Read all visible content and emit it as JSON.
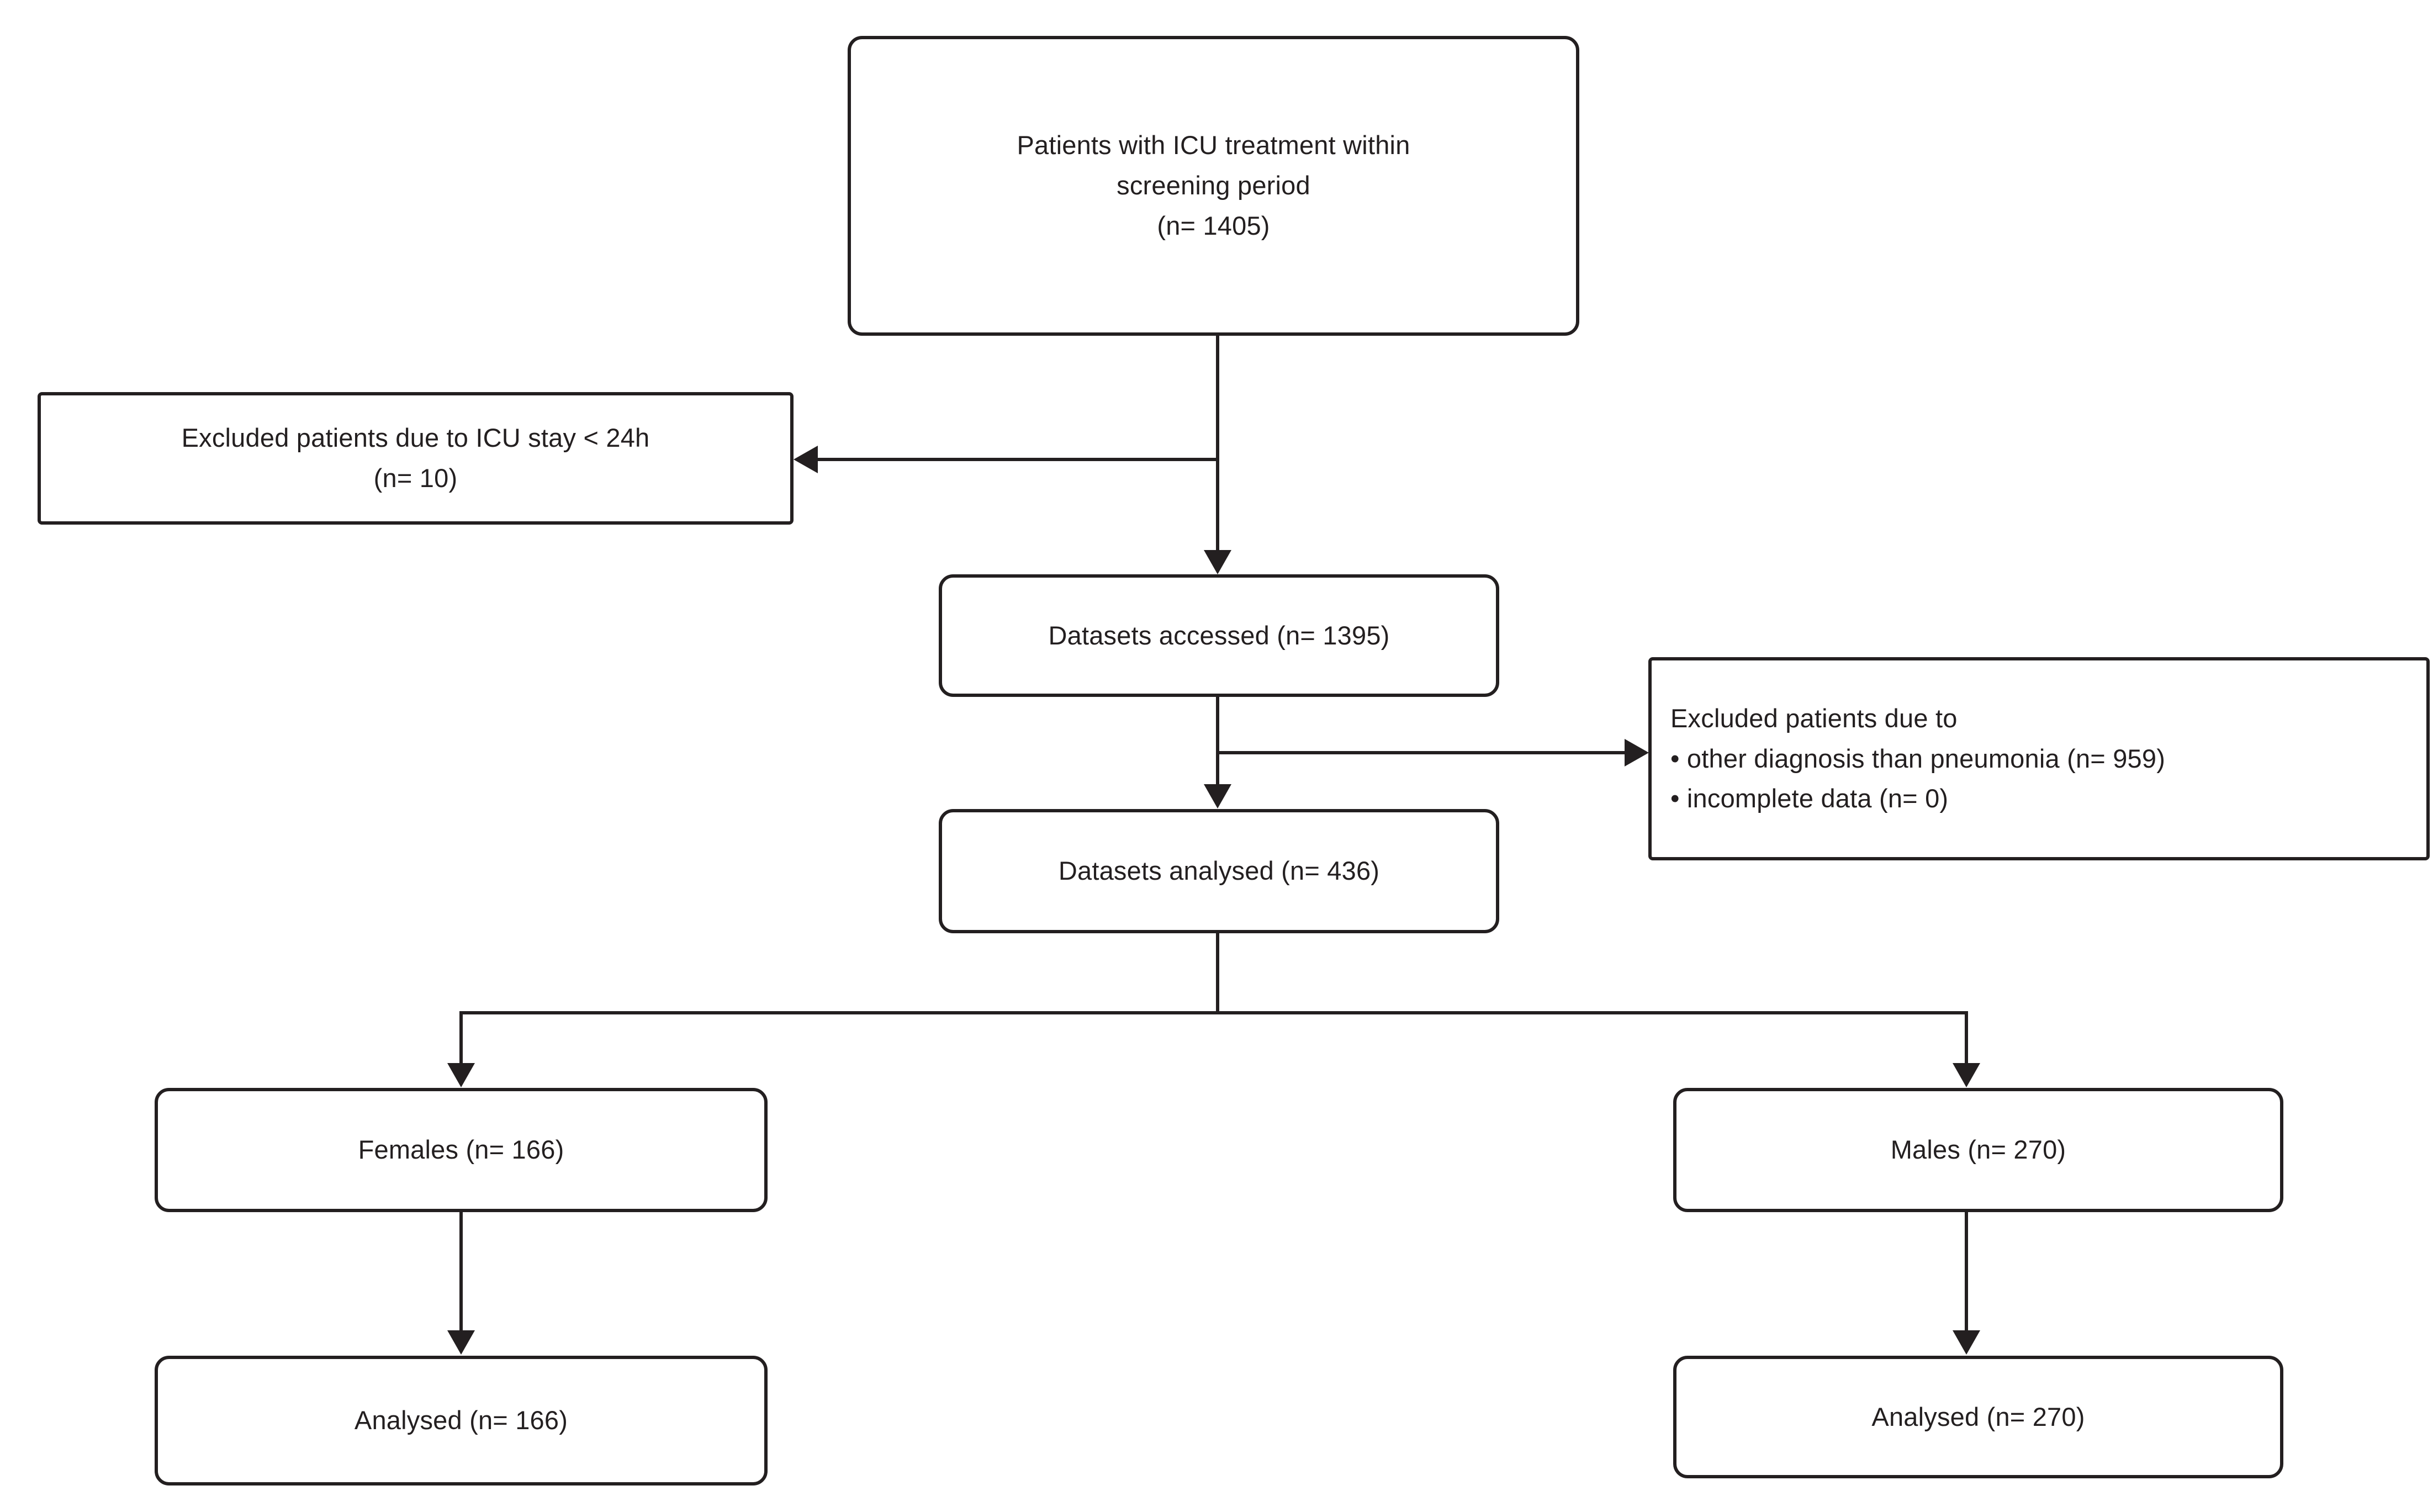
{
  "diagram": {
    "type": "flowchart",
    "title": "Patient screening and inclusion flow diagram",
    "colors": {
      "stroke": "#231f20",
      "fill": "#ffffff",
      "text": "#231f20"
    },
    "nodes": {
      "screened": {
        "lines": [
          "Patients with ICU treatment within",
          "screening period",
          "(n= 1405)"
        ],
        "count": 1405
      },
      "excluded_short_stay": {
        "lines": [
          "Excluded patients due to ICU stay < 24h",
          "(n= 10)"
        ],
        "count": 10
      },
      "datasets_accessed": {
        "lines": [
          "Datasets accessed (n= 1395)"
        ],
        "count": 1395
      },
      "excluded_reasons": {
        "heading": "Excluded patients due to",
        "bullets": [
          "• other diagnosis than pneumonia (n= 959)",
          "• incomplete data (n= 0)"
        ],
        "counts": [
          959,
          0
        ]
      },
      "datasets_analysed": {
        "lines": [
          "Datasets analysed (n= 436)"
        ],
        "count": 436
      },
      "females": {
        "lines": [
          "Females (n= 166)"
        ],
        "count": 166
      },
      "males": {
        "lines": [
          "Males (n= 270)"
        ],
        "count": 270
      },
      "females_analysed": {
        "lines": [
          "Analysed (n= 166)"
        ],
        "count": 166
      },
      "males_analysed": {
        "lines": [
          "Analysed (n= 270)"
        ],
        "count": 270
      }
    },
    "edges": [
      {
        "from": "screened",
        "to": "datasets_accessed",
        "kind": "arrow-down"
      },
      {
        "from": "screened",
        "to": "excluded_short_stay",
        "kind": "arrow-left"
      },
      {
        "from": "datasets_accessed",
        "to": "datasets_analysed",
        "kind": "arrow-down"
      },
      {
        "from": "datasets_accessed",
        "to": "excluded_reasons",
        "kind": "arrow-right"
      },
      {
        "from": "datasets_analysed",
        "to": "females",
        "kind": "arrow-down"
      },
      {
        "from": "datasets_analysed",
        "to": "males",
        "kind": "arrow-down"
      },
      {
        "from": "females",
        "to": "females_analysed",
        "kind": "arrow-down"
      },
      {
        "from": "males",
        "to": "males_analysed",
        "kind": "arrow-down"
      }
    ]
  }
}
